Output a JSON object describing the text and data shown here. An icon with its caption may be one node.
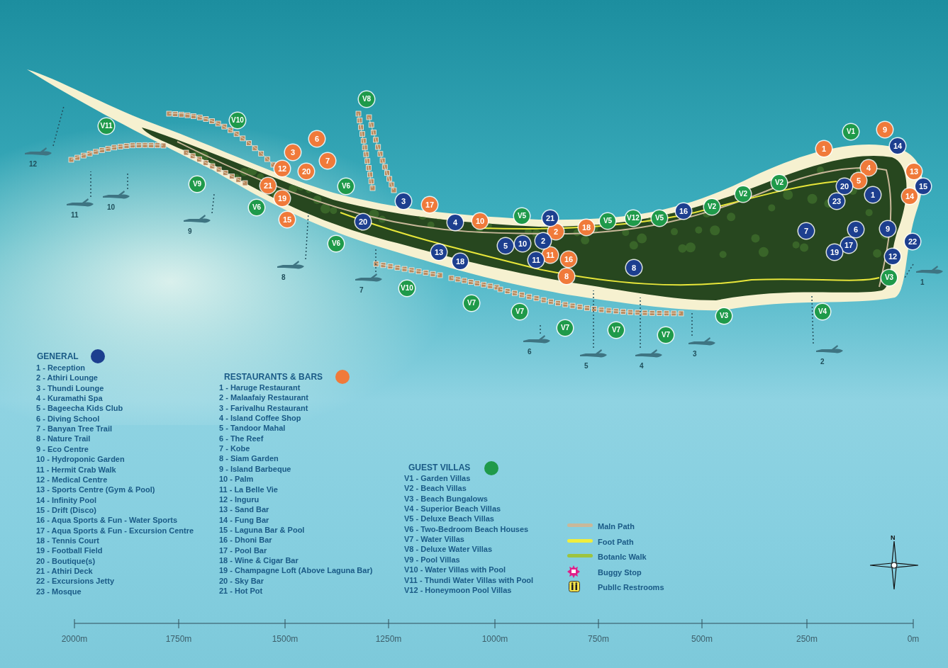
{
  "diagram": {
    "nodes": [
      {
        "text": [
          "12"
        ]
      },
      {
        "text": [
          "11"
        ]
      },
      {
        "text": [
          "10"
        ]
      },
      {
        "text": [
          "9"
        ]
      },
      {
        "text": [
          "8"
        ]
      },
      {
        "text": [
          "7"
        ]
      },
      {
        "text": [
          "6"
        ]
      },
      {
        "text": [
          "5"
        ]
      },
      {
        "text": [
          "4"
        ]
      },
      {
        "text": [
          "3"
        ]
      },
      {
        "text": [
          "2"
        ]
      },
      {
        "text": [
          "1"
        ]
      }
    ],
    "edges": [
      {
        "from": 0,
        "to": null,
        "arrow": "none",
        "style": "dashed"
      },
      {
        "from": 1,
        "to": null,
        "arrow": "none",
        "style": "dashed"
      },
      {
        "from": 2,
        "to": null,
        "arrow": "none",
        "style": "dashed"
      },
      {
        "from": 3,
        "to": null,
        "arrow": "none",
        "style": "dashed"
      },
      {
        "from": 4,
        "to": null,
        "arrow": "none",
        "style": "dashed"
      },
      {
        "from": 5,
        "to": null,
        "arrow": "none",
        "style": "dashed"
      },
      {
        "from": 6,
        "to": null,
        "arrow": "none",
        "style": "dashed"
      },
      {
        "from": 7,
        "to": null,
        "arrow": "none",
        "style": "dashed"
      },
      {
        "from": 8,
        "to": null,
        "arrow": "none",
        "style": "dashed"
      },
      {
        "from": 9,
        "to": null,
        "arrow": "none",
        "style": "dashed"
      },
      {
        "from": 10,
        "to": null,
        "arrow": "none",
        "style": "dashed"
      },
      {
        "from": 11,
        "to": null,
        "arrow": "none",
        "style": "dashed"
      }
    ],
    "labels": [
      "1",
      "2",
      "3",
      "4",
      "5",
      "6",
      "7",
      "8",
      "9",
      "10",
      "11",
      "12",
      "13",
      "14",
      "15",
      "16",
      "17",
      "18",
      "19",
      "20",
      "21",
      "1",
      "2",
      "3",
      "4",
      "5",
      "7",
      "6",
      "8",
      "9",
      "10",
      "11",
      "12",
      "13",
      "14",
      "15",
      "16",
      "17",
      "18",
      "19",
      "20",
      "21",
      "22",
      "23",
      "20",
      "V1",
      "V2",
      "V2",
      "V2",
      "V3",
      "V3",
      "V4",
      "V5",
      "V5",
      "V5",
      "V6",
      "V6",
      "V6",
      "V7",
      "V7",
      "V7",
      "V7",
      "V7",
      "V8",
      "V9",
      "V10",
      "V10",
      "V11",
      "V12",
      "1 - Reception",
      "2 - Athiri Lounge",
      "3 - Thundi Lounge",
      "4 - Kuramathi Spa",
      "5 - Bageecha Kids Club",
      "6 - Diving School",
      "7 - Banyan Tree Trail",
      "8 - Nature Trail",
      "9 - Eco Centre",
      "10 - Hydroponic Garden",
      "11 - Hermit Crab Walk",
      "12 - Medical Centre",
      "13 - Sports Centre (Gym & Pool)",
      "14 - Infinity Pool",
      "15 - Drift (Disco)",
      "16 - Aqua Sports & Fun - Water Sports",
      "17 - Aqua Sports & Fun - Excursion Centre",
      "18 - Tennis Court",
      "19 - Football Field",
      "20 - Boutique(s)",
      "21 - Athiri Deck",
      "22 - Excursions Jetty",
      "23 - Mosque",
      "1 - Haruge Restaurant",
      "2 - Malaafaiy Restaurant",
      "3 - Farivalhu Restaurant",
      "4 - Island Coffee Shop",
      "5 - Tandoor Mahal",
      "6 - The Reef",
      "7 - Kobe",
      "8 - Siam Garden",
      "9 - Island Barbeque",
      "10 - Palm",
      "11 - La Belle Vie",
      "12 - Inguru",
      "13 - Sand Bar",
      "14 - Fung Bar",
      "15 - Laguna Bar & Pool",
      "16 - Dhoni Bar",
      "17 - Pool Bar",
      "18 - Wine & Cigar Bar",
      "19 - Champagne Loft (Above Laguna Bar)",
      "20 - Sky Bar",
      "21 - Hot Pot",
      "V1 - Garden Villas",
      "V2 - Beach Villas",
      "V3 - Beach Bungalows",
      "V4 - Superior Beach Villas",
      "V5 - Deluxe Beach Villas",
      "V6 - Two-Bedroom Beach Houses",
      "V7 - Water Villas",
      "V8 - Deluxe Water Villas",
      "V9 - Pool Villas",
      "V10 - Water Villas with Pool",
      "V11 - Thundi Water Villas with Pool",
      "V12 - Honeymoon Pool Villas",
      "2000m",
      "1750m",
      "1500m",
      "1250m",
      "1000m",
      "750m",
      "500m",
      "250m",
      "0m",
      "N"
    ],
    "legend": [
      {
        "text": "GENERAL",
        "color": "#1d3f8f"
      },
      {
        "text": "RESTAURANTS & BARS",
        "color": "#f07a3a"
      },
      {
        "text": "GUEST VILLAS",
        "color": "#1f9a4a"
      },
      {
        "text": "Maln Path"
      },
      {
        "text": "Foot Path"
      },
      {
        "text": "Botanlc Walk"
      },
      {
        "text": "Buggy Stop"
      },
      {
        "text": "Publlc Restrooms"
      }
    ]
  }
}
